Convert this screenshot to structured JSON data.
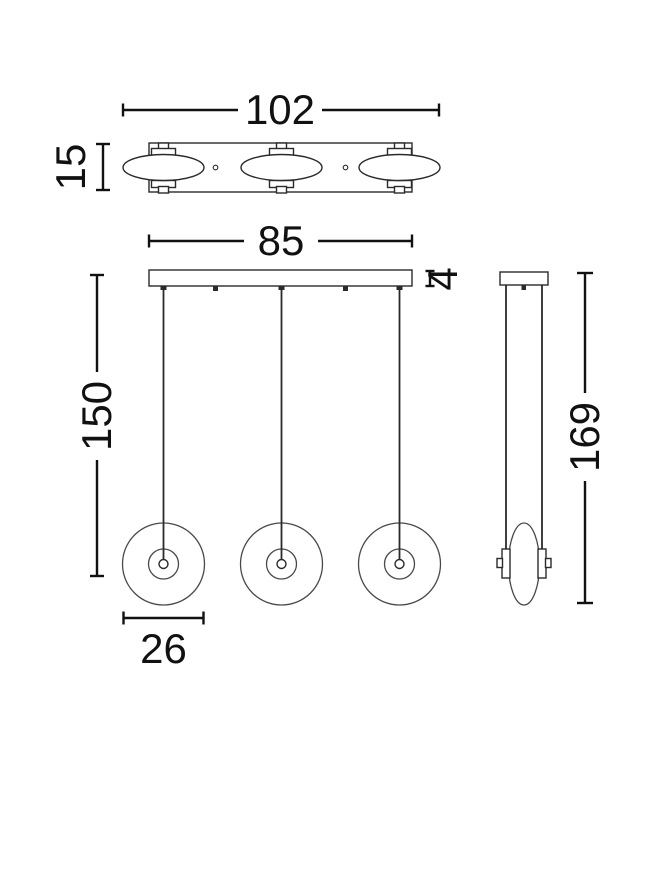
{
  "dimensions": {
    "overall_width": "102",
    "canopy_depth": "15",
    "canopy_length": "85",
    "canopy_thickness": "4",
    "cord_length": "150",
    "shade_diameter": "26",
    "overall_height": "169"
  },
  "colors": {
    "bg": "#ffffff",
    "dim": "#111111",
    "line": "#2a2a2a",
    "thin": "#4a4a4a"
  }
}
